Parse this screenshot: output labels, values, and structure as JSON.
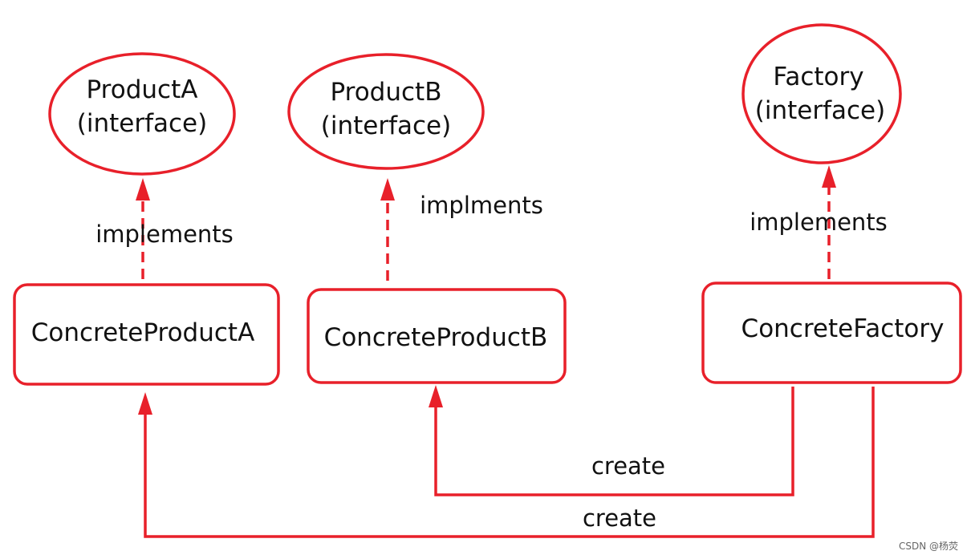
{
  "colors": {
    "stroke": "#e8202a",
    "text": "#111111",
    "background": "#ffffff",
    "watermark": "#666666"
  },
  "interfaces": {
    "product_a": {
      "name": "ProductA",
      "kind": "(interface)"
    },
    "product_b": {
      "name": "ProductB",
      "kind": "(interface)"
    },
    "factory": {
      "name": "Factory",
      "kind": "(interface)"
    }
  },
  "classes": {
    "concrete_product_a": "ConcreteProductA",
    "concrete_product_b": "ConcreteProductB",
    "concrete_factory": "ConcreteFactory"
  },
  "edges": {
    "a_implements": "implements",
    "b_implements": "implments",
    "factory_implements": "implements",
    "create_b": "create",
    "create_a": "create"
  },
  "watermark": "CSDN @杨荧"
}
